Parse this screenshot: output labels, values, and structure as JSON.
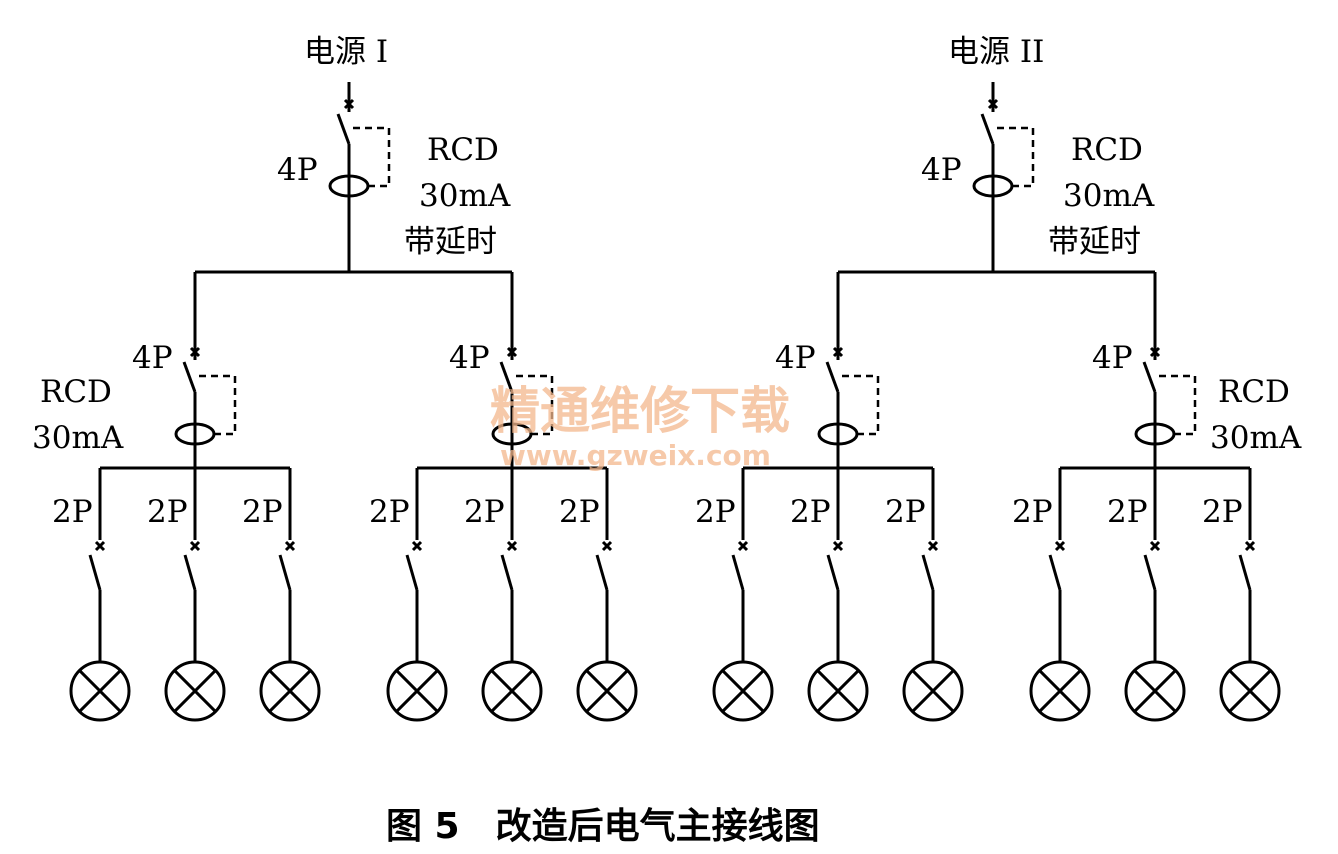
{
  "sources": [
    {
      "label": "电源 I",
      "main_breaker": {
        "poles": "4P",
        "rcd_lines": [
          "RCD",
          "30mA",
          "带延时"
        ]
      }
    },
    {
      "label": "电源 II",
      "main_breaker": {
        "poles": "4P",
        "rcd_lines": [
          "RCD",
          "30mA",
          "带延时"
        ]
      }
    }
  ],
  "group_breakers": [
    {
      "poles": "4P",
      "rcd_lines": [
        "RCD",
        "30mA"
      ]
    },
    {
      "poles": "4P",
      "rcd_lines": []
    },
    {
      "poles": "4P",
      "rcd_lines": []
    },
    {
      "poles": "4P",
      "rcd_lines": [
        "RCD",
        "30mA"
      ]
    }
  ],
  "branch_label": "2P",
  "watermark": {
    "line1": "精通维修下载",
    "line2": "www.gzweix.com"
  },
  "caption": "图 5　改造后电气主接线图"
}
